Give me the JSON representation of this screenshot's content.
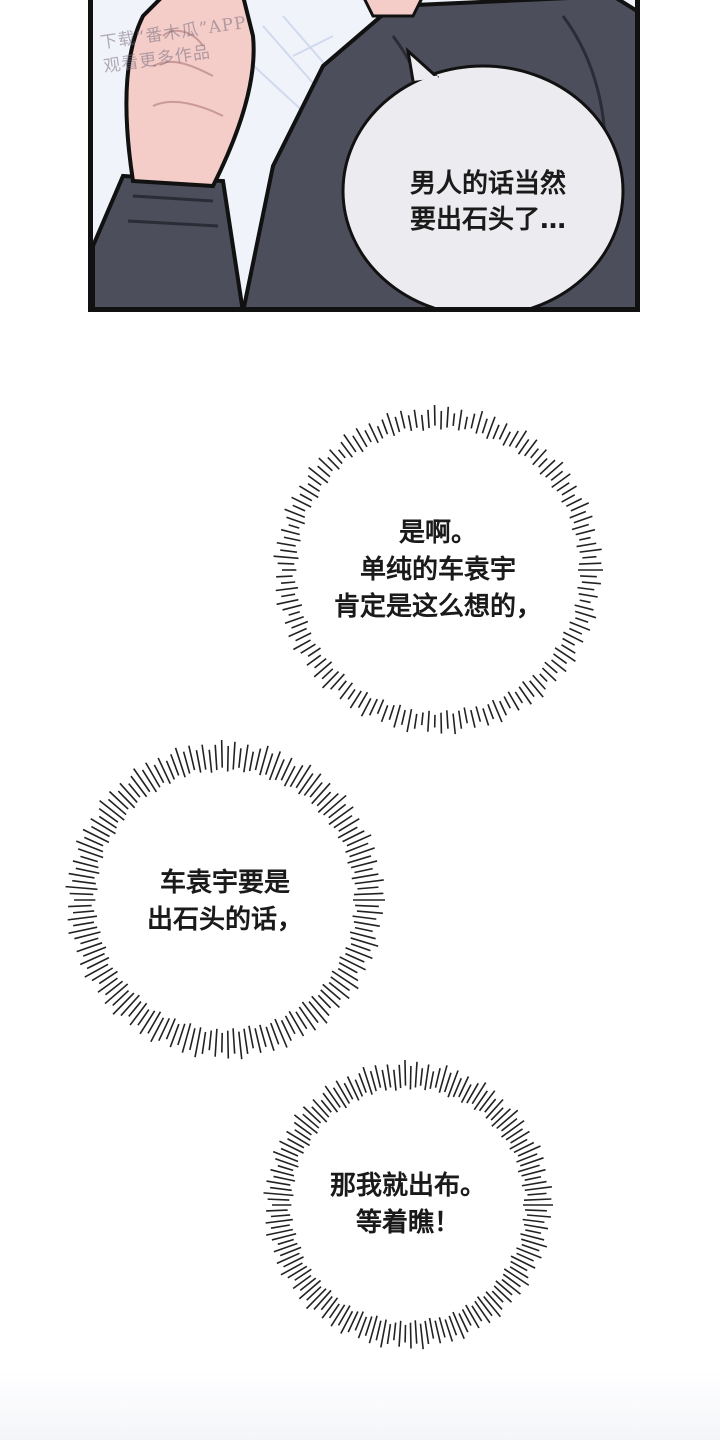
{
  "panel": {
    "watermark_lines": [
      "下载“番木瓜”APP",
      "观看更多作品"
    ],
    "speech_lines": [
      "男人的话当然",
      "要出石头了…"
    ]
  },
  "thoughts": [
    {
      "lines": [
        "是啊。",
        "单纯的车袁宇",
        "肯定是这么想的，"
      ]
    },
    {
      "lines": [
        "车袁宇要是",
        "出石头的话，"
      ]
    },
    {
      "lines": [
        "那我就出布。",
        "等着瞧！"
      ]
    }
  ],
  "colors": {
    "hoodie": "#4a4c5a",
    "skin": "#f4cdc8",
    "outline": "#111111",
    "bubble": "#ececf0"
  }
}
